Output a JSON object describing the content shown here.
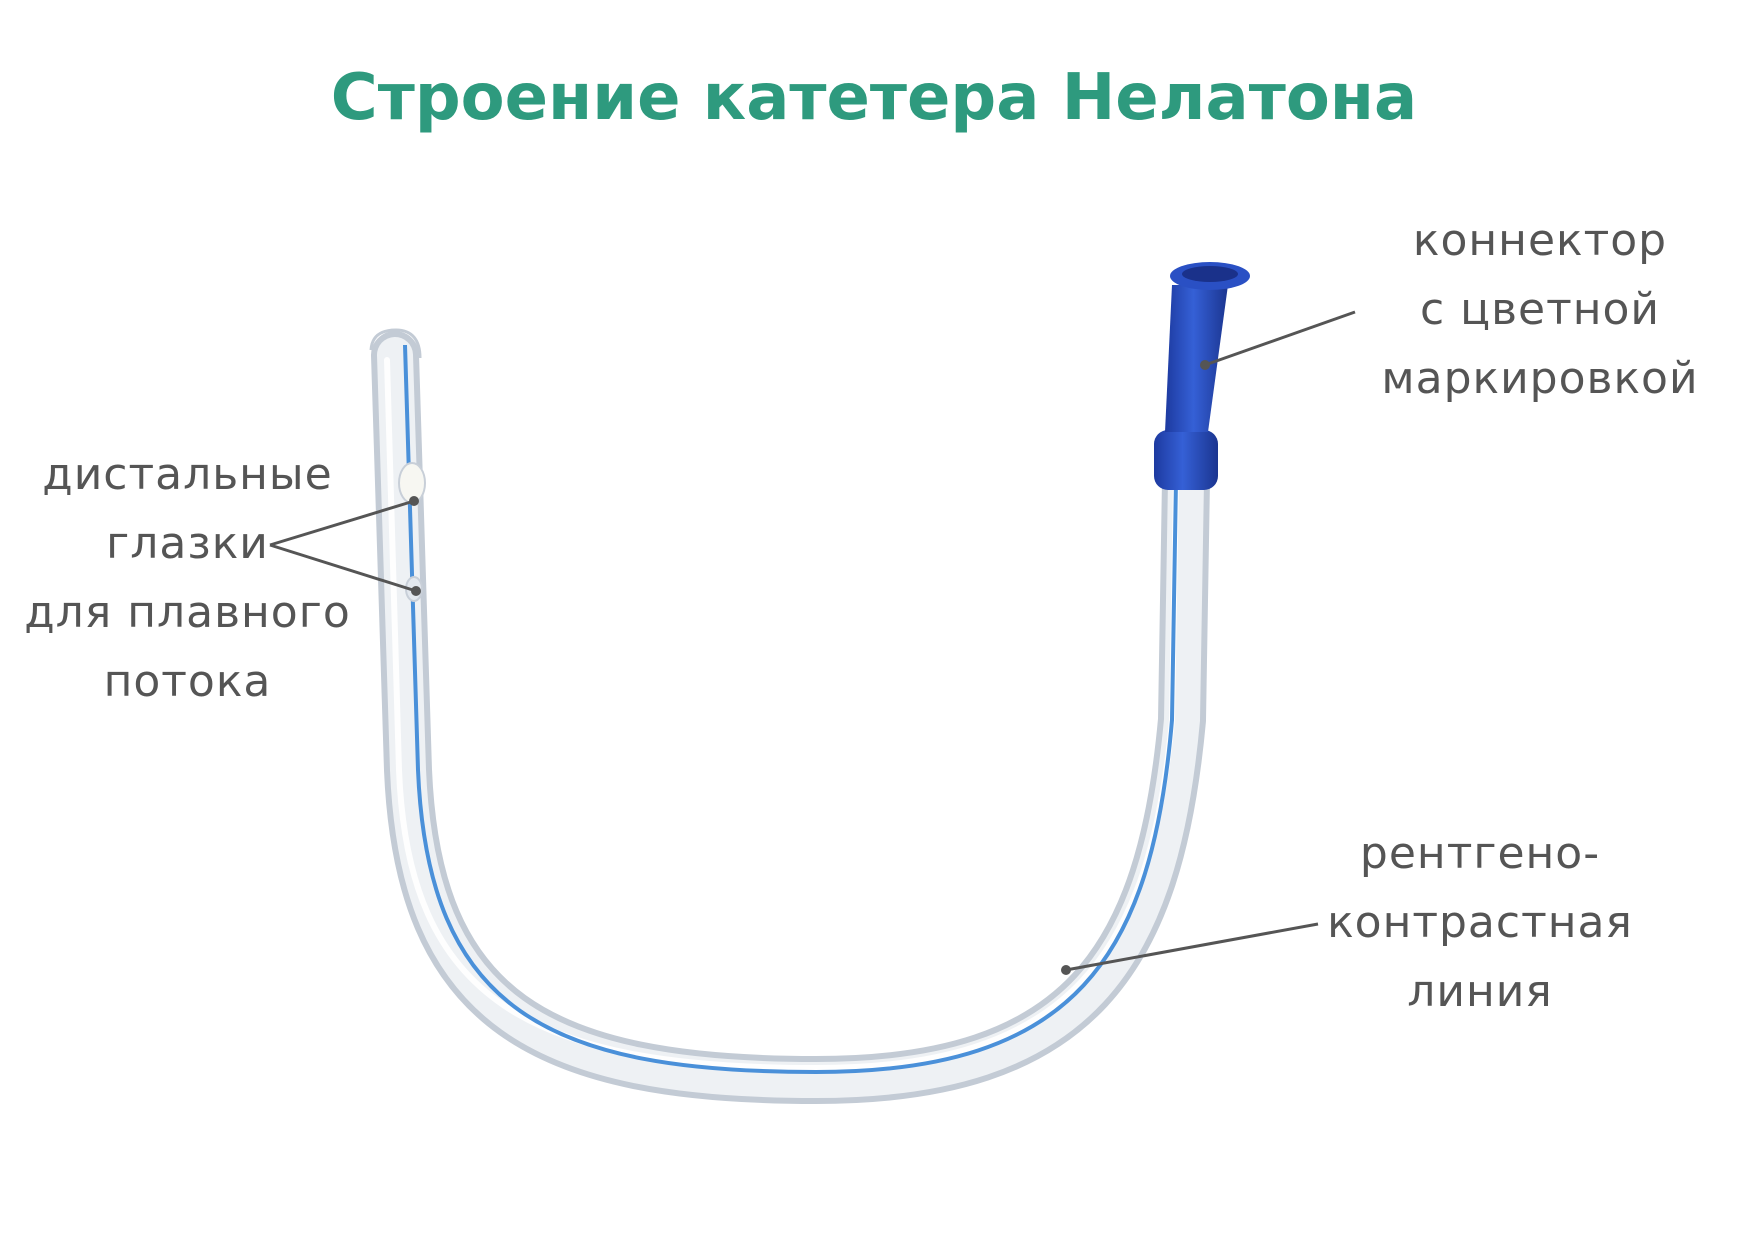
{
  "title": "Строение катетера Нелатона",
  "colors": {
    "title": "#2e9a7e",
    "label_text": "#555555",
    "leader_line": "#555555",
    "tube": "#cfd6df",
    "tube_edge": "#b9c2cd",
    "radiopaque_line": "#4a90d9",
    "connector": "#2447b8",
    "connector_dark": "#1b3590",
    "background": "#ffffff"
  },
  "icons": {
    "catheter": "catheter-illustration-icon"
  },
  "labels": {
    "distal_eyes": [
      "дистальные",
      "глазки",
      "для плавного",
      "потока"
    ],
    "connector": [
      "коннектор",
      "с цветной",
      "маркировкой"
    ],
    "radiopaque_line": [
      "рентгено-",
      "контрастная",
      "линия"
    ]
  }
}
